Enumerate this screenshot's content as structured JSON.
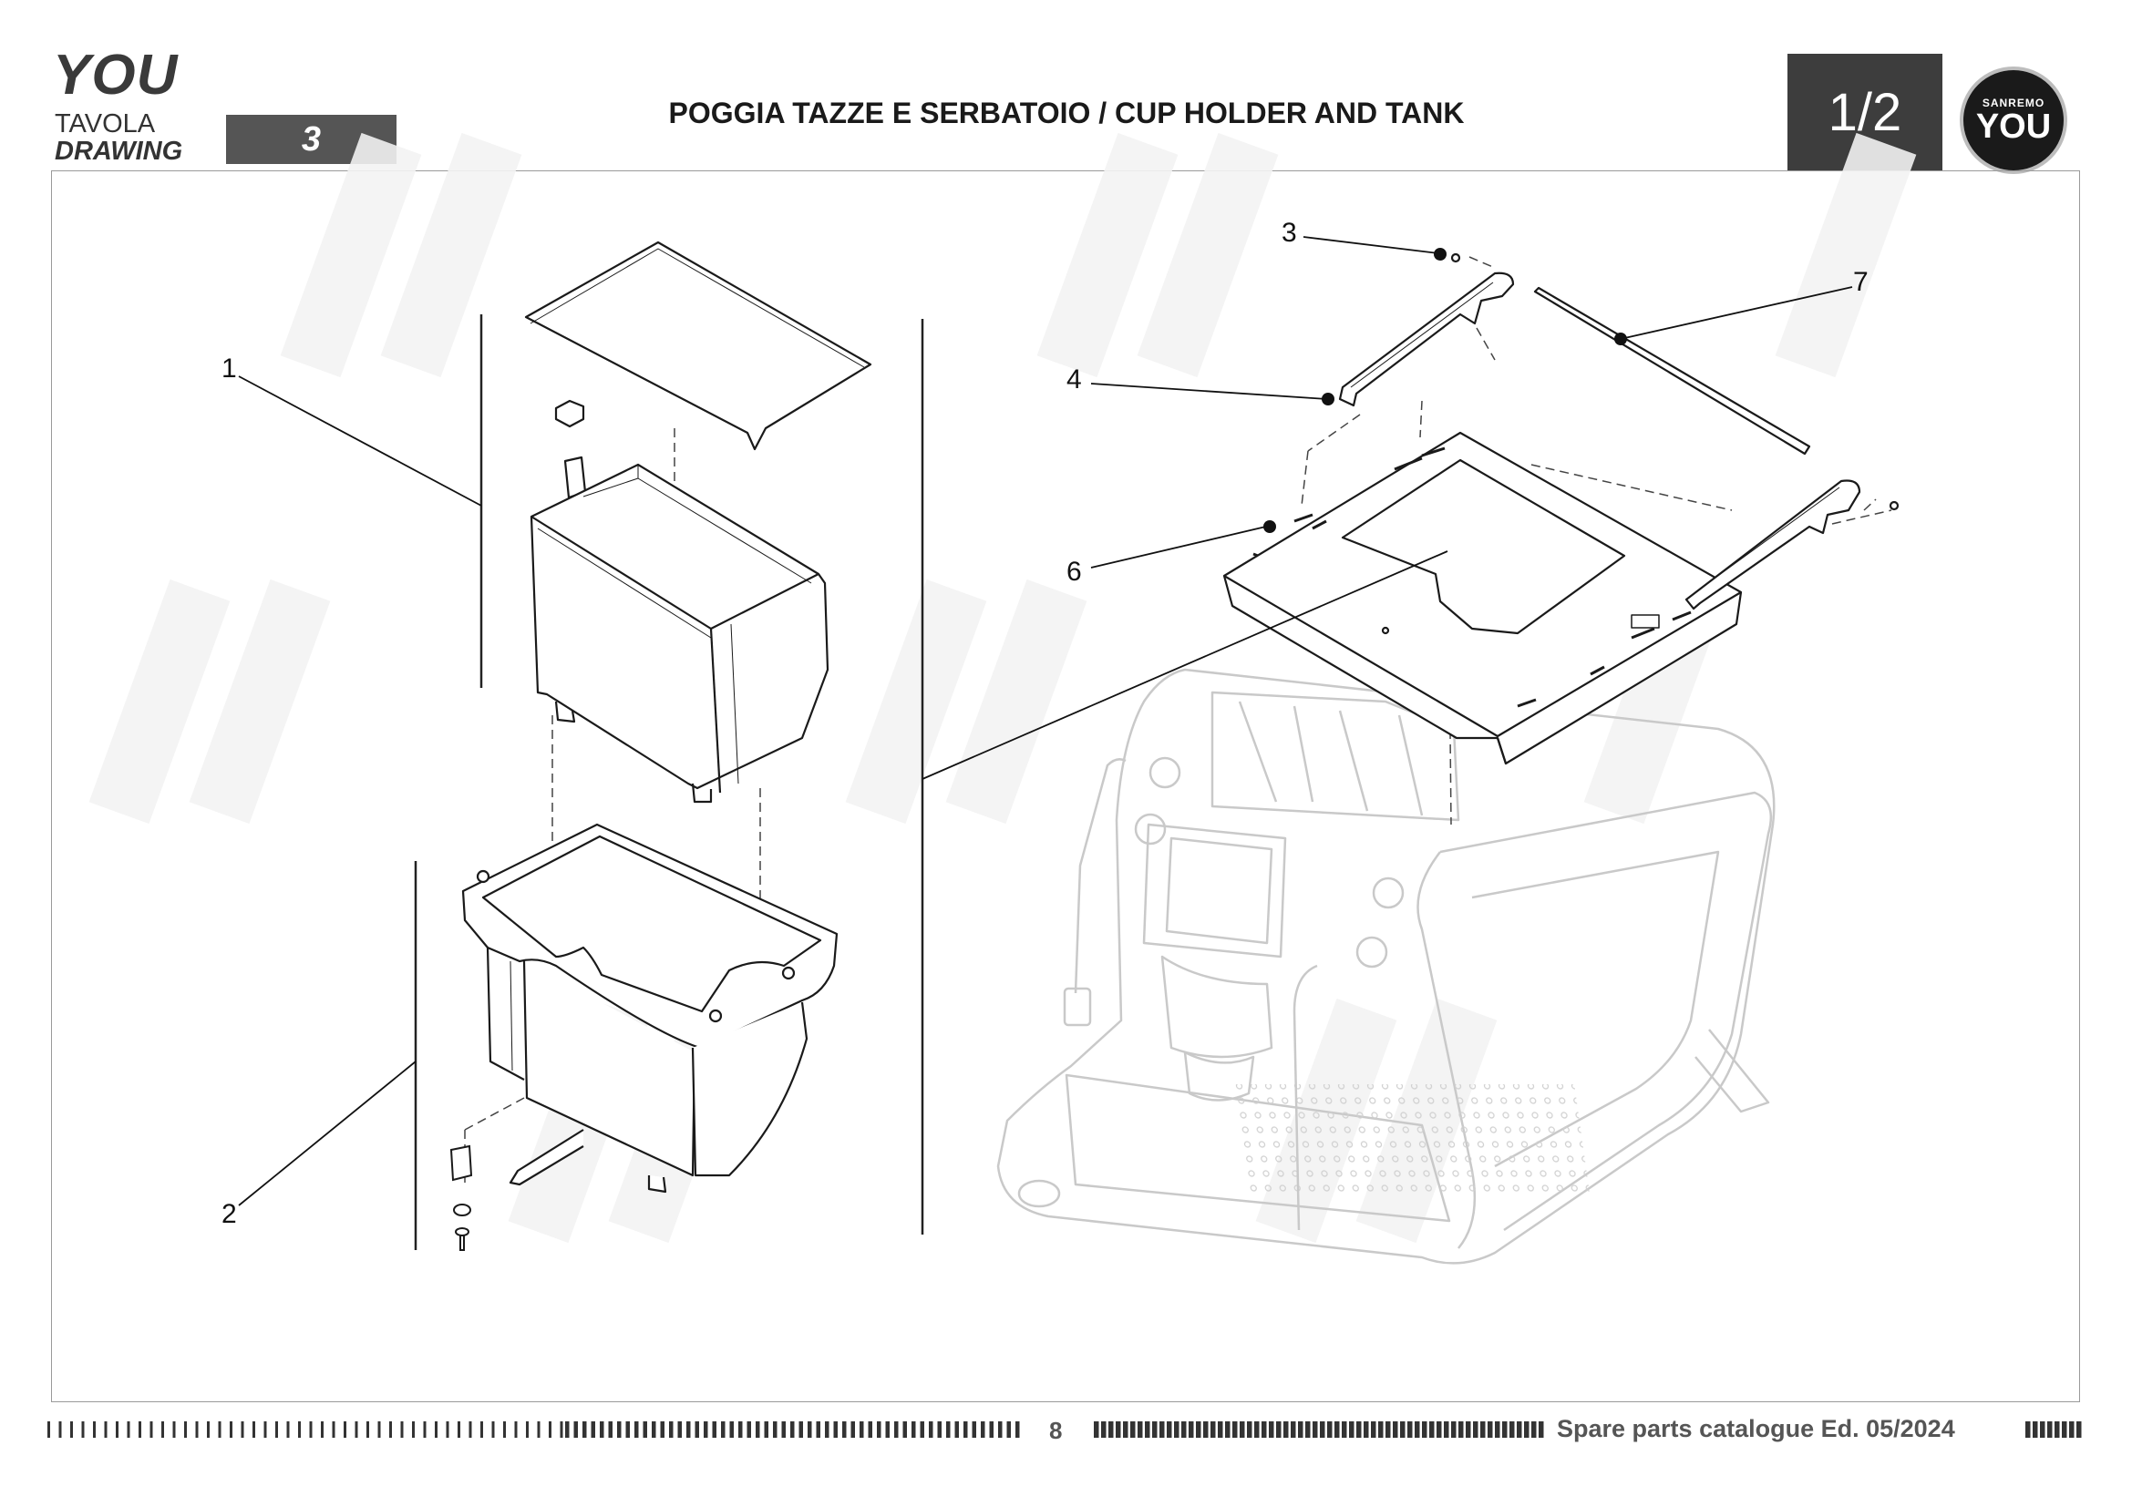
{
  "header": {
    "model": "YOU",
    "tavola_label": "TAVOLA",
    "drawing_label": "DRAWING",
    "drawing_number": "3",
    "title": "POGGIA TAZZE E SERBATOIO / CUP HOLDER AND TANK",
    "page": "1/2",
    "logo_brand": "SANREMO",
    "logo_model": "YOU"
  },
  "callouts": [
    "1",
    "2",
    "3",
    "4",
    "6",
    "7"
  ],
  "footer": {
    "page_number": "8",
    "catalogue": "Spare parts catalogue Ed. 05/2024"
  },
  "colors": {
    "header_box": "#555555",
    "page_box": "#3d3d3d",
    "logo_bg": "#1a1a1a",
    "line": "#1a1a1a",
    "ghost": "#c8c8c8"
  }
}
